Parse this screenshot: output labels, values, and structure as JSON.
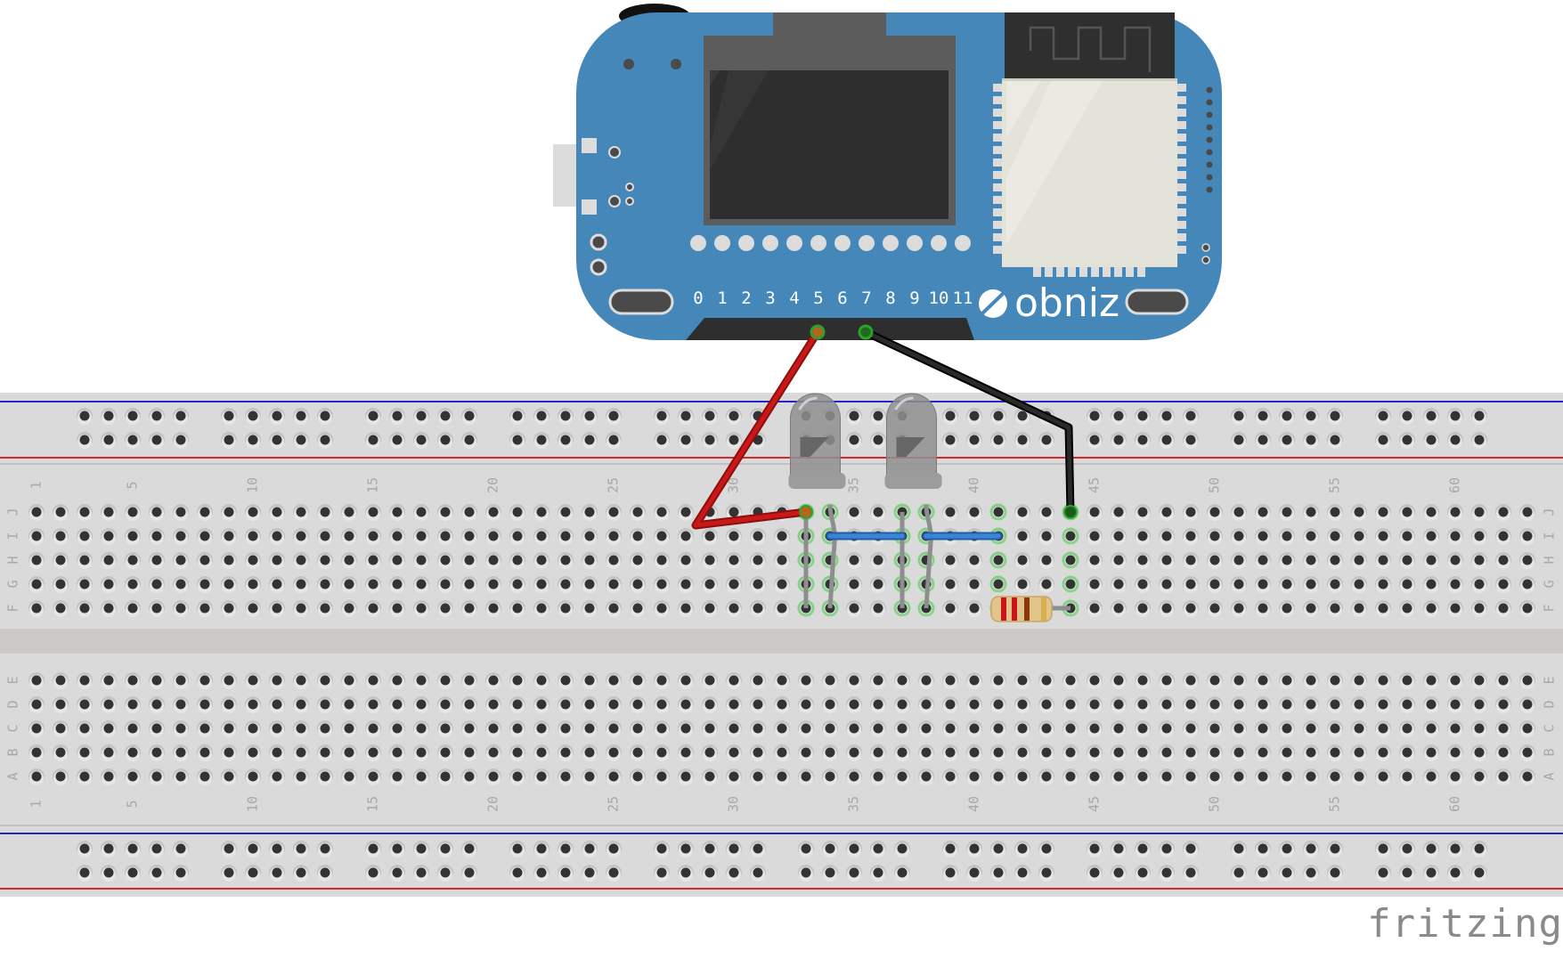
{
  "app": {
    "watermark": "fritzing"
  },
  "microcontroller": {
    "brand_label": "obniz",
    "pin_labels": [
      "0",
      "1",
      "2",
      "3",
      "4",
      "5",
      "6",
      "7",
      "8",
      "9",
      "10",
      "11"
    ],
    "colors": {
      "board": "#4587b9",
      "screen_bezel": "#5c5c5c",
      "screen": "#2e2e2e",
      "module": "#e3e3da",
      "antenna": "#2f2f2f",
      "pad": "#dcdcdc",
      "text": "#ffffff"
    }
  },
  "breadboard": {
    "column_count": 63,
    "row_labels_top": [
      "J",
      "I",
      "H",
      "G",
      "F"
    ],
    "row_labels_bottom": [
      "E",
      "D",
      "C",
      "B",
      "A"
    ],
    "column_number_labels": [
      "1",
      "5",
      "10",
      "15",
      "20",
      "25",
      "30",
      "35",
      "40",
      "45",
      "50",
      "55",
      "60"
    ],
    "colors": {
      "body": "#dadada",
      "hole": "#333333",
      "rail_red": "#d8272b",
      "rail_blue": "#2424c8",
      "channel": "#cbcac8",
      "label": "#a8a8a8",
      "highlight": "#7fd07f"
    }
  },
  "components": {
    "leds": [
      {
        "name": "LED1",
        "anode_column": 33,
        "cathode_column": 34,
        "row": "J"
      },
      {
        "name": "LED2",
        "anode_column": 37,
        "cathode_column": 38,
        "row": "J"
      }
    ],
    "resistor": {
      "name": "R1",
      "from": "F41",
      "to": "F44",
      "bands": [
        "#c8141a",
        "#c8141a",
        "#8a3a0a",
        "#d4b24a"
      ]
    },
    "wires": [
      {
        "name": "red-wire",
        "color": "#c81818",
        "from": "obniz pin 5",
        "to": "J33"
      },
      {
        "name": "black-wire",
        "color": "#2a2a2a",
        "from": "obniz pin 7",
        "to": "J44"
      },
      {
        "name": "blue-wire-1",
        "color": "#3a86d4",
        "from": "I34",
        "to": "I37"
      },
      {
        "name": "blue-wire-2",
        "color": "#3a86d4",
        "from": "I38",
        "to": "I41"
      }
    ]
  }
}
